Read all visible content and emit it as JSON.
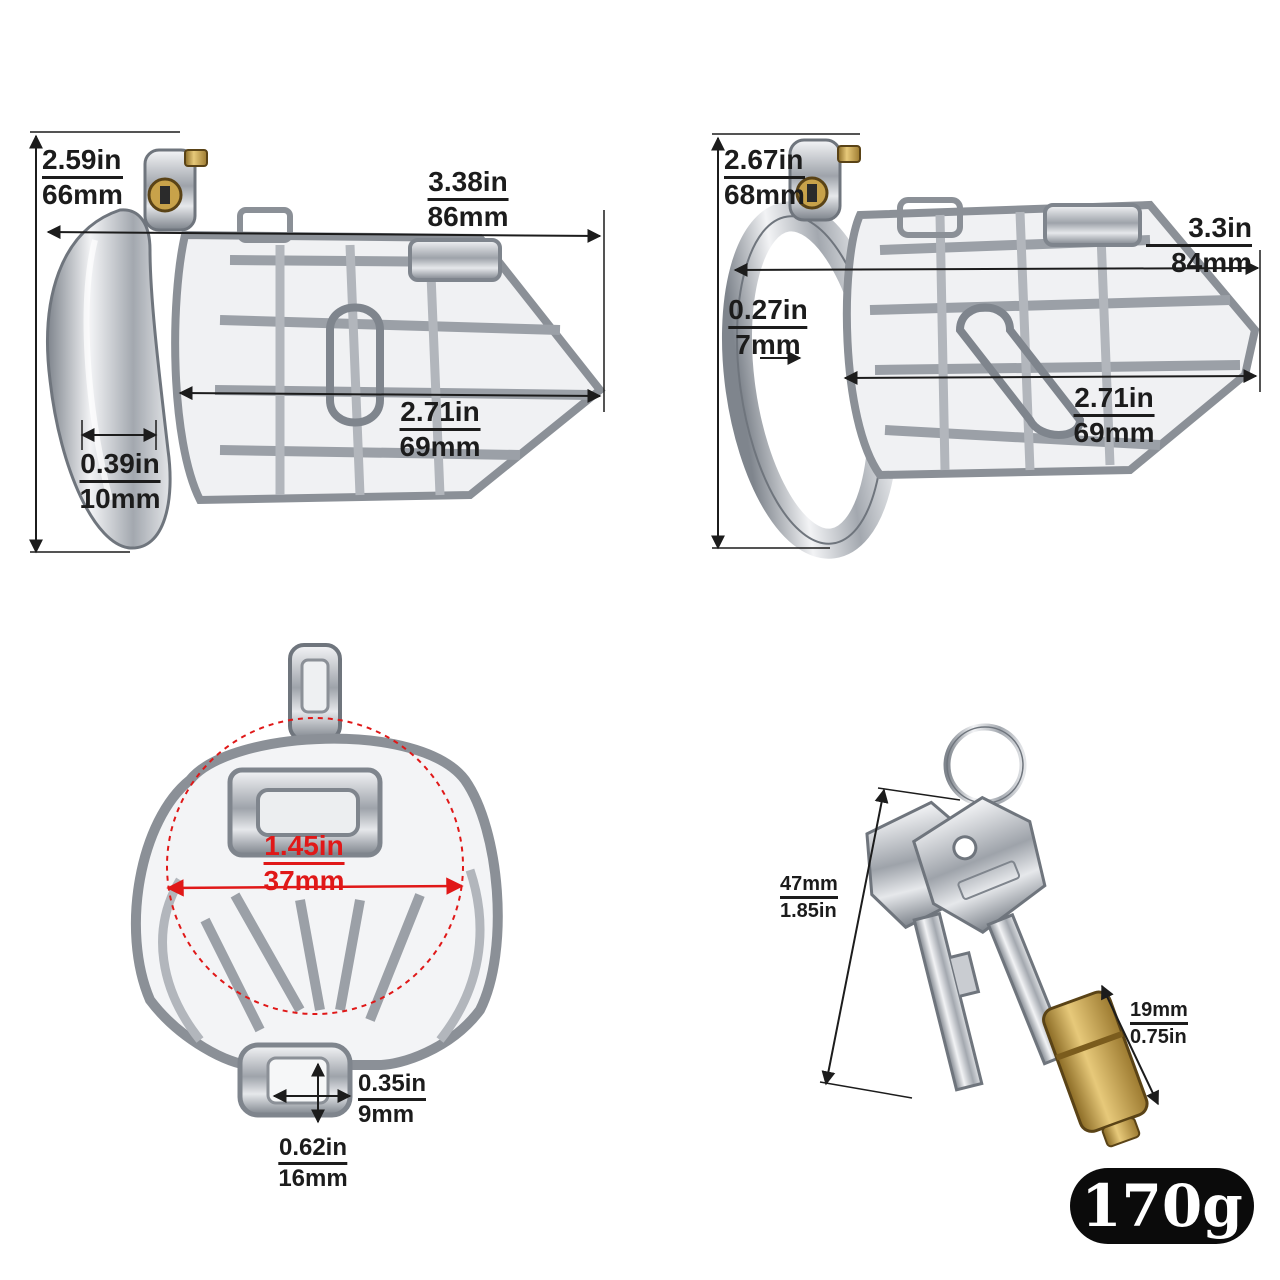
{
  "views": {
    "side_left": {
      "height": {
        "in": "2.59in",
        "mm": "66mm"
      },
      "length": {
        "in": "3.38in",
        "mm": "86mm"
      },
      "ring_width": {
        "in": "0.39in",
        "mm": "10mm"
      },
      "cage_length": {
        "in": "2.71in",
        "mm": "69mm"
      }
    },
    "side_right": {
      "height": {
        "in": "2.67in",
        "mm": "68mm"
      },
      "length": {
        "in": "3.3in",
        "mm": "84mm"
      },
      "gap": {
        "in": "0.27in",
        "mm": "7mm"
      },
      "cage_length": {
        "in": "2.71in",
        "mm": "69mm"
      }
    },
    "front": {
      "diameter": {
        "in": "1.45in",
        "mm": "37mm"
      },
      "hole_height": {
        "in": "0.35in",
        "mm": "9mm"
      },
      "hole_width": {
        "in": "0.62in",
        "mm": "16mm"
      }
    },
    "keys": {
      "key_length": {
        "mm": "47mm",
        "in": "1.85in"
      },
      "lock_length": {
        "mm": "19mm",
        "in": "0.75in"
      }
    }
  },
  "weight": "170g",
  "colors": {
    "text": "#1c1c1c",
    "accent": "#e01818",
    "metal": "#c9ccd1",
    "brass": "#c8a24a",
    "badge": "#0b0b0b"
  }
}
